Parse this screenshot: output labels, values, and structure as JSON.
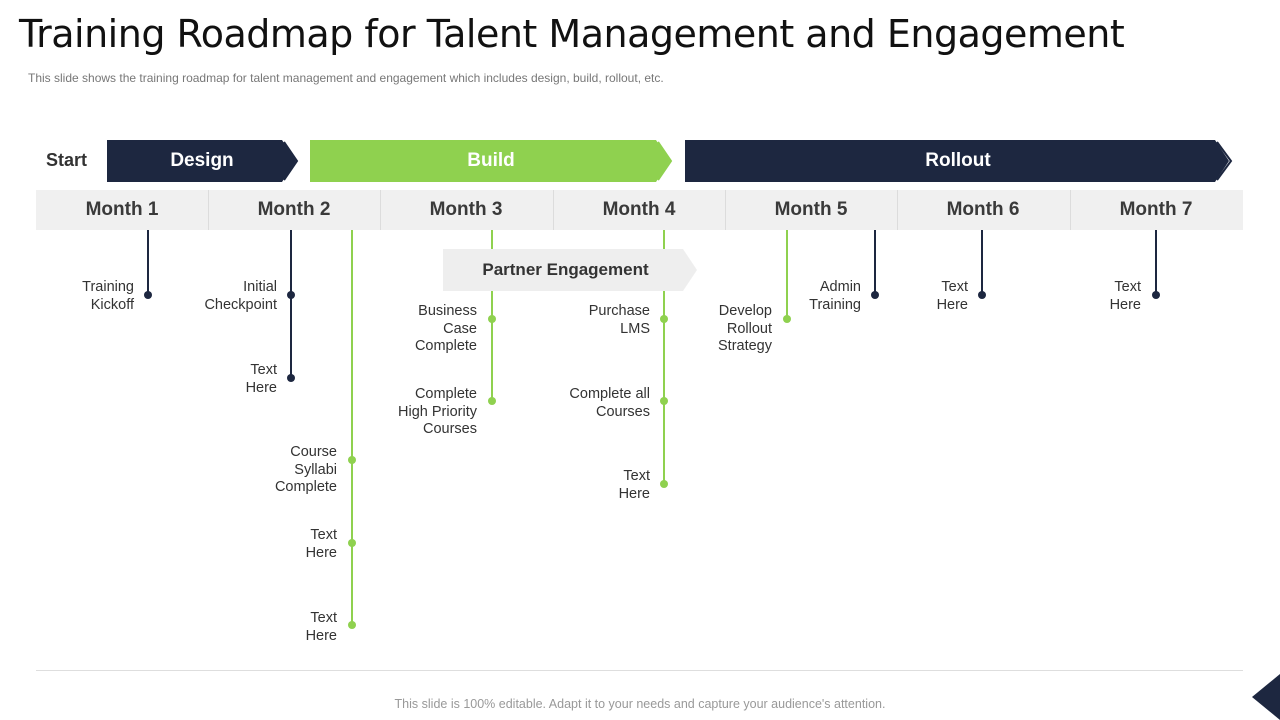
{
  "title": "Training Roadmap for Talent Management and Engagement",
  "subtitle": "This slide shows the training roadmap for talent management  and engagement  which includes design, build, rollout, etc.",
  "start_label": "Start",
  "phases": [
    {
      "label": "Design",
      "color": "#1d2740"
    },
    {
      "label": "Build",
      "color": "#8fd14f"
    },
    {
      "label": "Rollout",
      "color": "#1d2740"
    }
  ],
  "months": [
    "Month 1",
    "Month 2",
    "Month 3",
    "Month 4",
    "Month 5",
    "Month 6",
    "Month 7"
  ],
  "partner_engagement": "Partner Engagement",
  "milestones": {
    "m1_training_kickoff": "Training\nKickoff",
    "m2_initial_checkpoint": "Initial\nCheckpoint",
    "m2_text_here": "Text\nHere",
    "m2_course_syllabi": "Course\nSyllabi\nComplete",
    "m2_text_here_2": "Text\nHere",
    "m2_text_here_3": "Text\nHere",
    "m3_business_case": "Business\nCase\nComplete",
    "m3_high_priority": "Complete\nHigh Priority\nCourses",
    "m4_purchase_lms": "Purchase\nLMS",
    "m4_complete_all": "Complete all\nCourses",
    "m4_text_here": "Text\nHere",
    "m5_develop_rollout": "Develop\nRollout\nStrategy",
    "m5_admin_training": "Admin\nTraining",
    "m6_text_here": "Text\nHere",
    "m7_text_here": "Text\nHere"
  },
  "colors": {
    "navy": "#1d2740",
    "green": "#8fd14f",
    "gray": "#f0f0f0"
  },
  "footer": "This slide is 100% editable. Adapt it to your needs and capture your audience's attention."
}
